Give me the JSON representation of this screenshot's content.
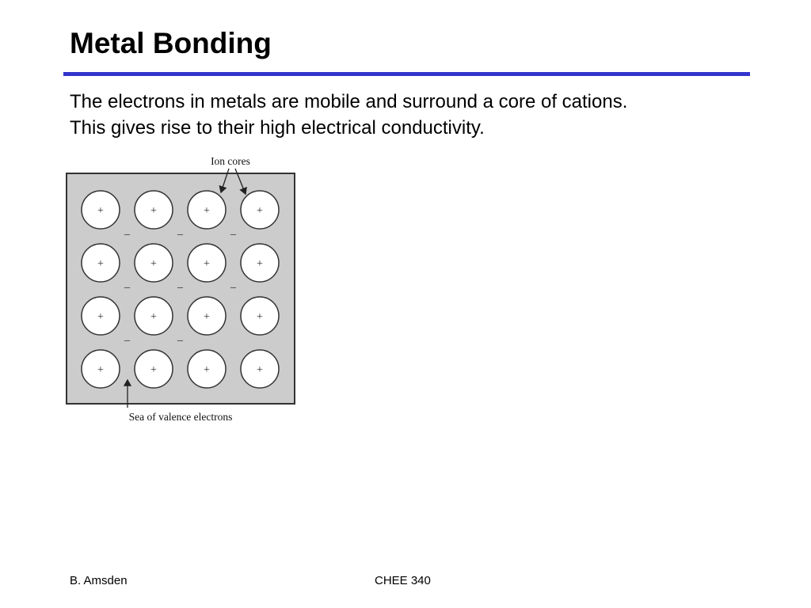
{
  "slide": {
    "title": "Metal Bonding",
    "body_lines": [
      "The electrons in metals are mobile and surround a core of cations.",
      "This gives rise to their high electrical conductivity."
    ]
  },
  "figure": {
    "label_ion_cores": "Ion cores",
    "label_sea": "Sea of valence electrons",
    "ion_symbol": "+",
    "electron_symbol": "–",
    "grid_rows": 4,
    "grid_cols": 4,
    "colors": {
      "panel_fill": "#cccccc",
      "ion_fill": "#ffffff",
      "outline": "#333333"
    }
  },
  "footer": {
    "author": "B. Amsden",
    "course": "CHEE 340"
  },
  "colors": {
    "rule": "#3333cc"
  }
}
